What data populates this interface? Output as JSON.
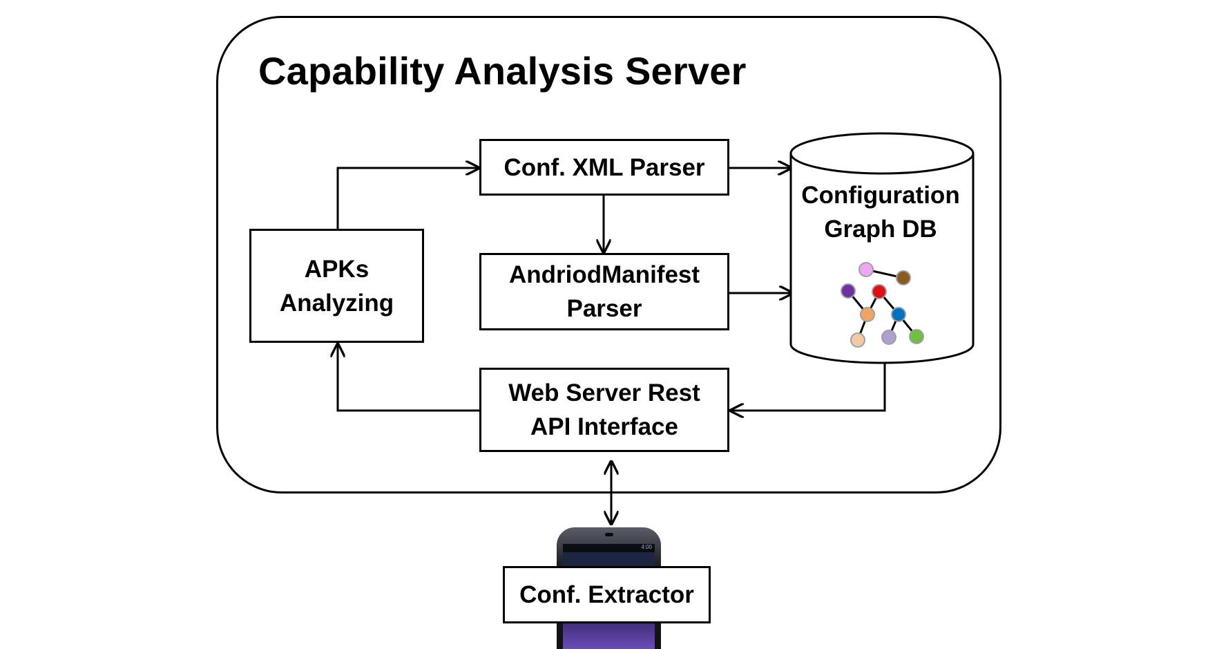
{
  "server": {
    "title": "Capability Analysis Server"
  },
  "boxes": {
    "xml_parser": "Conf. XML Parser",
    "manifest_parser": [
      "AndriodManifest",
      "Parser"
    ],
    "apks": [
      "APKs",
      "Analyzing"
    ],
    "web_server": [
      "Web Server Rest",
      "API Interface"
    ],
    "extractor": "Conf. Extractor"
  },
  "database": {
    "label": [
      "Configuration",
      "Graph DB"
    ],
    "graph_node_colors": [
      "#f0a6f0",
      "#8a5a1e",
      "#7030a0",
      "#e01010",
      "#f4a460",
      "#0070c0",
      "#f5c8a0",
      "#b0a0d0",
      "#70c040"
    ]
  },
  "phone": {
    "status_text": "4:00"
  },
  "colors": {
    "line": "#000000",
    "background": "#ffffff"
  }
}
